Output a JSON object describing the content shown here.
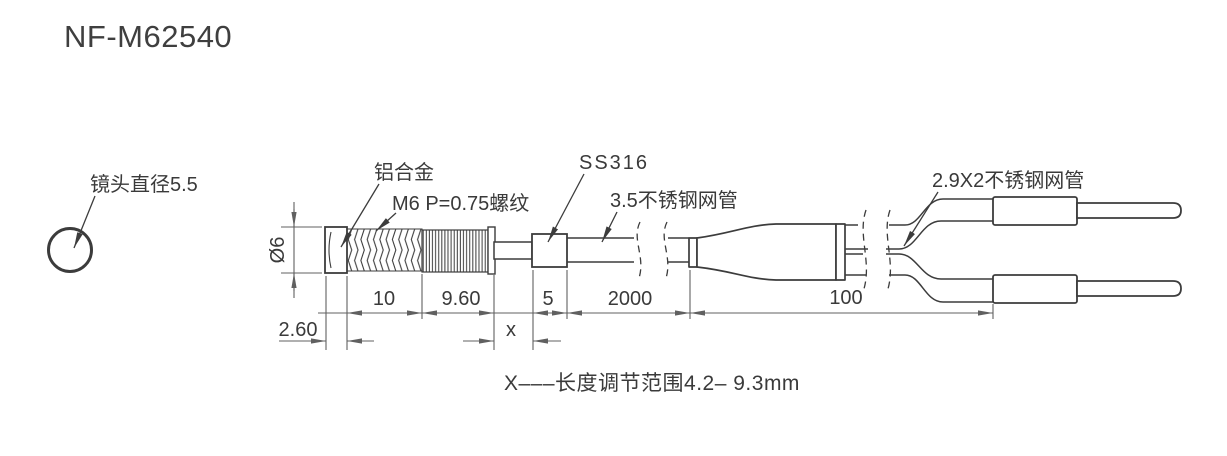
{
  "title": "NF-M62540",
  "drawing": {
    "labels": {
      "lens_diameter": "镜头直径5.5",
      "aluminum_alloy": "铝合金",
      "thread_spec": "M6 P=0.75螺纹",
      "steel_grade": "SS316",
      "mesh_tube": "3.5不锈钢网管",
      "twin_mesh_tube": "2.9X2不锈钢网管"
    },
    "dimensions": {
      "outer_diameter": "Ø6",
      "head_length": "2.60",
      "thread_length": "10",
      "knurl_length": "9.60",
      "adjustable_length": "x",
      "block_length": "5",
      "main_cable_length": "2000",
      "branch_length": "100"
    },
    "note": "X–––长度调节范围4.2– 9.3mm"
  },
  "colors": {
    "outline": "#3c3c3c",
    "dimension": "#606060",
    "text": "#3a3a3a",
    "background": "#ffffff"
  }
}
